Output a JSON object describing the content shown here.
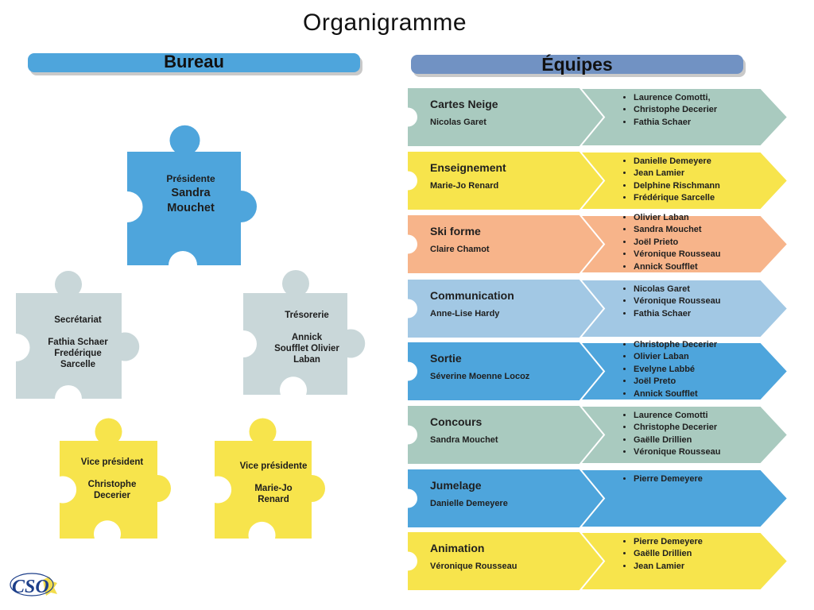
{
  "title": "Organigramme",
  "bureau": {
    "heading": "Bureau",
    "presidente": {
      "role": "Présidente",
      "name": "Sandra Mouchet",
      "color": "#4ea5dc"
    },
    "secretariat": {
      "role": "Secrétariat",
      "names": "Fathia Schaer Fredérique Sarcelle",
      "color": "#c9d7d9"
    },
    "tresorerie": {
      "role": "Trésorerie",
      "names": "Annick Soufflet Olivier Laban",
      "color": "#c9d7d9"
    },
    "vice_president": {
      "role": "Vice président",
      "name": "Christophe Decerier",
      "color": "#f7e44c"
    },
    "vice_presidente": {
      "role": "Vice présidente",
      "name": "Marie-Jo Renard",
      "color": "#f7e44c"
    }
  },
  "equipes": {
    "heading": "Équipes",
    "teams": [
      {
        "name": "Cartes Neige",
        "lead": "Nicolas Garet",
        "color": "#a9cabf",
        "members": [
          "Laurence Comotti,",
          "Christophe Decerier",
          "Fathia Schaer"
        ]
      },
      {
        "name": "Enseignement",
        "lead": "Marie-Jo Renard",
        "color": "#f7e44c",
        "members": [
          "Danielle Demeyere",
          "Jean Lamier",
          "Delphine Rischmann",
          "Frédérique Sarcelle"
        ]
      },
      {
        "name": "Ski forme",
        "lead": "Claire Chamot",
        "color": "#f7b48a",
        "members": [
          "Olivier Laban",
          "Sandra Mouchet",
          "Joël Prieto",
          "Véronique Rousseau",
          "Annick Soufflet"
        ]
      },
      {
        "name": "Communication",
        "lead": "Anne-Lise Hardy",
        "color": "#a2c8e4",
        "members": [
          "Nicolas Garet",
          "Véronique Rousseau",
          "Fathia Schaer"
        ]
      },
      {
        "name": "Sortie",
        "lead": "Séverine Moenne Locoz",
        "color": "#4ea5dc",
        "members": [
          "Christophe Decerier",
          "Olivier Laban",
          "Evelyne Labbé",
          "Joël Preto",
          "Annick Soufflet"
        ]
      },
      {
        "name": "Concours",
        "lead": "Sandra Mouchet",
        "color": "#a9cabf",
        "members": [
          "Laurence Comotti",
          "Christophe Decerier",
          "Gaëlle Drillien",
          "Véronique Rousseau"
        ]
      },
      {
        "name": "Jumelage",
        "lead": "Danielle Demeyere",
        "color": "#4ea5dc",
        "members": [
          "Pierre Demeyere"
        ]
      },
      {
        "name": "Animation",
        "lead": "Véronique Rousseau",
        "color": "#f7e44c",
        "members": [
          "Pierre Demeyere",
          "Gaëlle Drillien",
          "Jean Lamier"
        ]
      }
    ]
  },
  "logo": {
    "text": "CSO"
  }
}
